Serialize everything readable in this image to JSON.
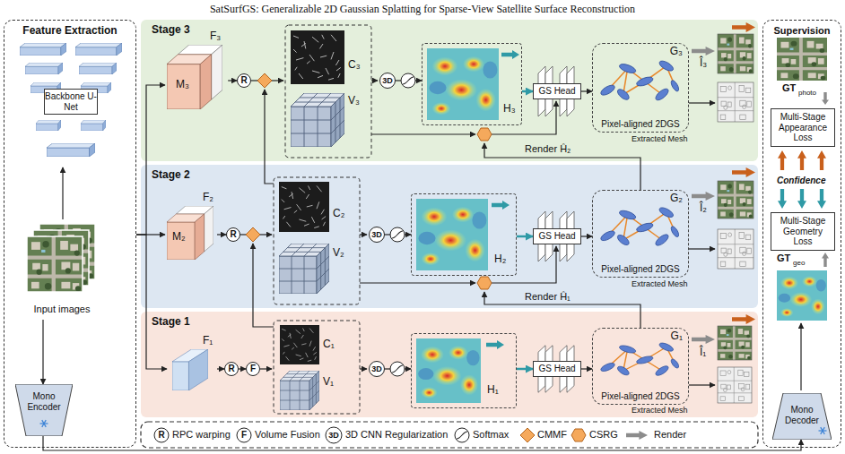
{
  "diagram": {
    "title": "SatSurfGS: Generalizable 2D Gaussian Splatting for Sparse-View Satellite Surface Reconstruction",
    "nodes": [
      {
        "text": [
          "Feature Extraction"
        ]
      },
      {
        "text": [
          "Backbone U-Net"
        ],
        "in": 0
      },
      {
        "text": [
          "Input images"
        ],
        "in": 0
      },
      {
        "text": [
          "Mono Encoder"
        ],
        "in": 0
      },
      {
        "text": [
          "Stage 3"
        ]
      },
      {
        "text": [
          "F₃",
          "M₃"
        ],
        "in": 4
      },
      {
        "text": [
          "R"
        ],
        "in": 4
      },
      {
        "text": [
          "3D"
        ],
        "in": 4
      },
      {
        "text": [
          "H₃"
        ],
        "in": 4
      },
      {
        "text": [
          "GS Head"
        ],
        "in": 4
      },
      {
        "text": [
          "G₃",
          "Pixel-aligned 2DGS"
        ],
        "in": 4
      },
      {
        "text": [
          "Stage 2"
        ]
      },
      {
        "text": [
          "F₂",
          "M₂"
        ],
        "in": 11
      },
      {
        "text": [
          "R"
        ],
        "in": 11
      },
      {
        "text": [
          "3D"
        ],
        "in": 11
      },
      {
        "text": [
          "H₂"
        ],
        "in": 11
      },
      {
        "text": [
          "GS Head"
        ],
        "in": 11
      },
      {
        "text": [
          "G₂",
          "Pixel-aligned 2DGS"
        ],
        "in": 11
      },
      {
        "text": [
          "Stage 1"
        ]
      },
      {
        "text": [
          "F₁"
        ],
        "in": 18
      },
      {
        "text": [
          "R"
        ],
        "in": 18
      },
      {
        "text": [
          "F"
        ],
        "in": 18
      },
      {
        "text": [
          "3D"
        ],
        "in": 18
      },
      {
        "text": [
          "H₁"
        ],
        "in": 18
      },
      {
        "text": [
          "GS Head"
        ],
        "in": 18
      },
      {
        "text": [
          "G₁",
          "Pixel-aligned 2DGS"
        ],
        "in": 18
      },
      {
        "text": [
          "Supervision"
        ]
      },
      {
        "text": [
          "Multi-Stage Appearance Loss"
        ],
        "in": 26
      },
      {
        "text": [
          "Multi-Stage Geometry Loss"
        ],
        "in": 26
      },
      {
        "text": [
          "Mono Decoder"
        ],
        "in": 26
      }
    ],
    "edges": [
      {
        "from": 2,
        "to": 1,
        "arrow": "to"
      },
      {
        "from": 2,
        "to": 3,
        "arrow": "to"
      },
      {
        "from": 0,
        "to": 5,
        "arrow": "to"
      },
      {
        "from": 0,
        "to": 12,
        "arrow": "to"
      },
      {
        "from": 0,
        "to": 19,
        "arrow": "to"
      },
      {
        "from": 5,
        "to": 6,
        "arrow": "to"
      },
      {
        "from": 7,
        "to": 8,
        "arrow": "to"
      },
      {
        "from": 8,
        "to": 9,
        "arrow": "to"
      },
      {
        "from": 9,
        "to": 10,
        "arrow": "to"
      },
      {
        "from": 12,
        "to": 13,
        "arrow": "to"
      },
      {
        "from": 14,
        "to": 15,
        "arrow": "to"
      },
      {
        "from": 15,
        "to": 16,
        "arrow": "to"
      },
      {
        "from": 16,
        "to": 17,
        "arrow": "to"
      },
      {
        "from": 19,
        "to": 20,
        "arrow": "to"
      },
      {
        "from": 20,
        "to": 21,
        "arrow": "to"
      },
      {
        "from": 22,
        "to": 23,
        "arrow": "to"
      },
      {
        "from": 23,
        "to": 24,
        "arrow": "to"
      },
      {
        "from": 24,
        "to": 25,
        "arrow": "to"
      },
      {
        "from": 3,
        "to": 29,
        "arrow": "to"
      }
    ],
    "labels": [
      "C₃",
      "V₃",
      "Î₃",
      "Extracted Mesh",
      "Render Ĥ₂",
      "C₂",
      "V₂",
      "Î₂",
      "Extracted Mesh",
      "Render Ĥ₁",
      "C₁",
      "V₁",
      "Î₁",
      "Extracted Mesh",
      "R",
      "F",
      "3D",
      "GT",
      "photo",
      "Confidence",
      "GT",
      "geo"
    ],
    "legend": [
      {
        "text": "RPC warping"
      },
      {
        "text": "Volume Fusion"
      },
      {
        "text": "3D CNN Regularization"
      },
      {
        "text": "Softmax"
      },
      {
        "text": "CMMF"
      },
      {
        "text": "CSRG"
      },
      {
        "text": "Render"
      }
    ]
  }
}
